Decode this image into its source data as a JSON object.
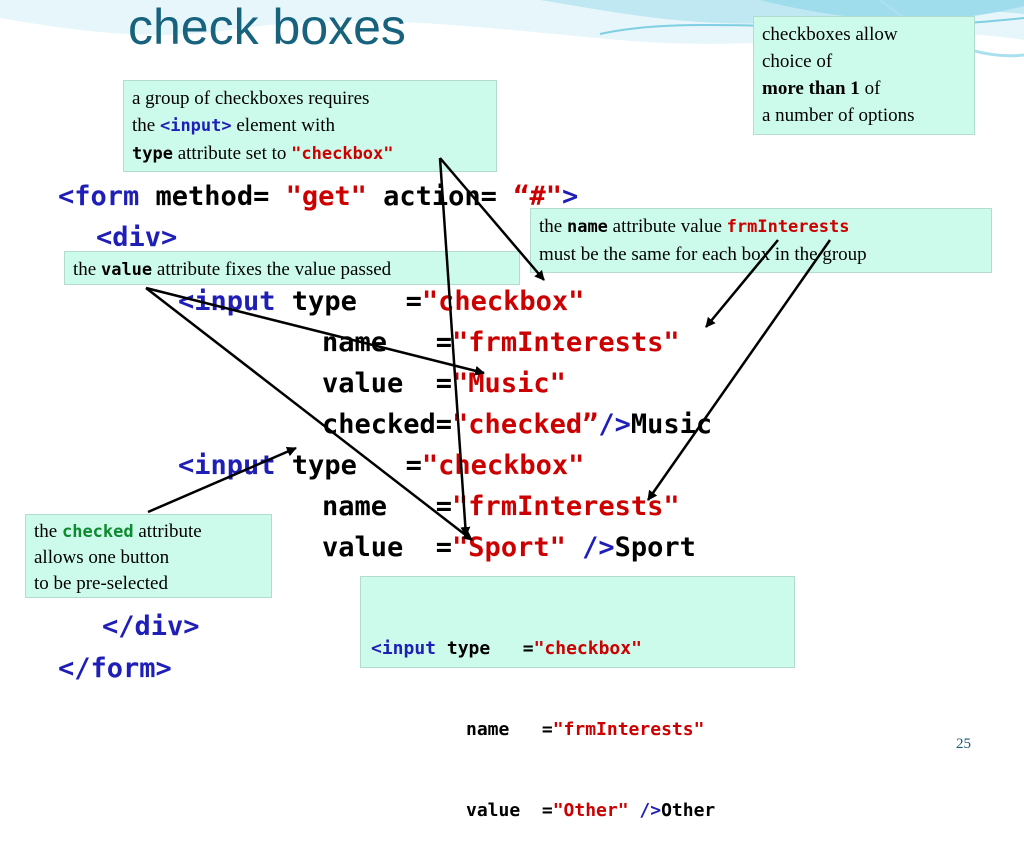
{
  "slide": {
    "title": "check boxes",
    "page_number": "25",
    "colors": {
      "title": "#17627d",
      "note_bg": "#ccfaeb",
      "tag": "#1f1fb8",
      "value": "#cc0000",
      "highlight": "#0e8a2e"
    }
  },
  "notes": {
    "allow": {
      "line1": "checkboxes allow",
      "line2": "choice of",
      "line3_bold": "more than 1",
      "line3_rest": " of",
      "line4": "a number of options"
    },
    "group": {
      "line1": "a group of checkboxes requires",
      "line2_pre": "the ",
      "line2_code": "<input>",
      "line2_post": " element with",
      "line3_code": "type",
      "line3_mid": " attribute set to ",
      "line3_val": "\"checkbox\""
    },
    "name": {
      "line1_pre": "the ",
      "line1_code": "name",
      "line1_mid": " attribute value ",
      "line1_val": "frmInterests",
      "line2": "must be the same for each box in the group"
    },
    "value": {
      "pre": "the ",
      "code": "value",
      "post": " attribute fixes the value passed"
    },
    "checked": {
      "line1_pre": "the ",
      "line1_code": "checked",
      "line1_post": " attribute",
      "line2": "allows one button",
      "line3": "to be pre-selected"
    }
  },
  "code": {
    "l1_tag": "<form",
    "l1_a": " method= ",
    "l1_v1": "\"get\"",
    "l1_b": " action= ",
    "l1_v2": "“#\"",
    "l1_end": ">",
    "l2_tag": "<div>",
    "l3_tag": "<input",
    "l3_a": " type   =",
    "l3_v": "\"checkbox\"",
    "l4_a": "name   =",
    "l4_v": "\"frmInterests\"",
    "l5_a": "value  =",
    "l5_v": "\"Music\"",
    "l6_a": "checked=",
    "l6_v": "\"checked”",
    "l6_end": "/>",
    "l6_text": "Music",
    "l7_tag": "<input",
    "l7_a": " type   =",
    "l7_v": "\"checkbox\"",
    "l8_a": "name   =",
    "l8_v": "\"frmInterests\"",
    "l9_a": "value  =",
    "l9_v": "\"Sport\"",
    "l9_end": " />",
    "l9_text": "Sport",
    "l10_tag": "</div>",
    "l11_tag": "</form>"
  },
  "snippet": {
    "r1_tag": "<input",
    "r1_a": " type   =",
    "r1_v": "\"checkbox\"",
    "r2_a": "name   =",
    "r2_v": "\"frmInterests\"",
    "r3_a": "value  =",
    "r3_v": "\"Other\"",
    "r3_end": " />",
    "r3_text": "Other"
  }
}
